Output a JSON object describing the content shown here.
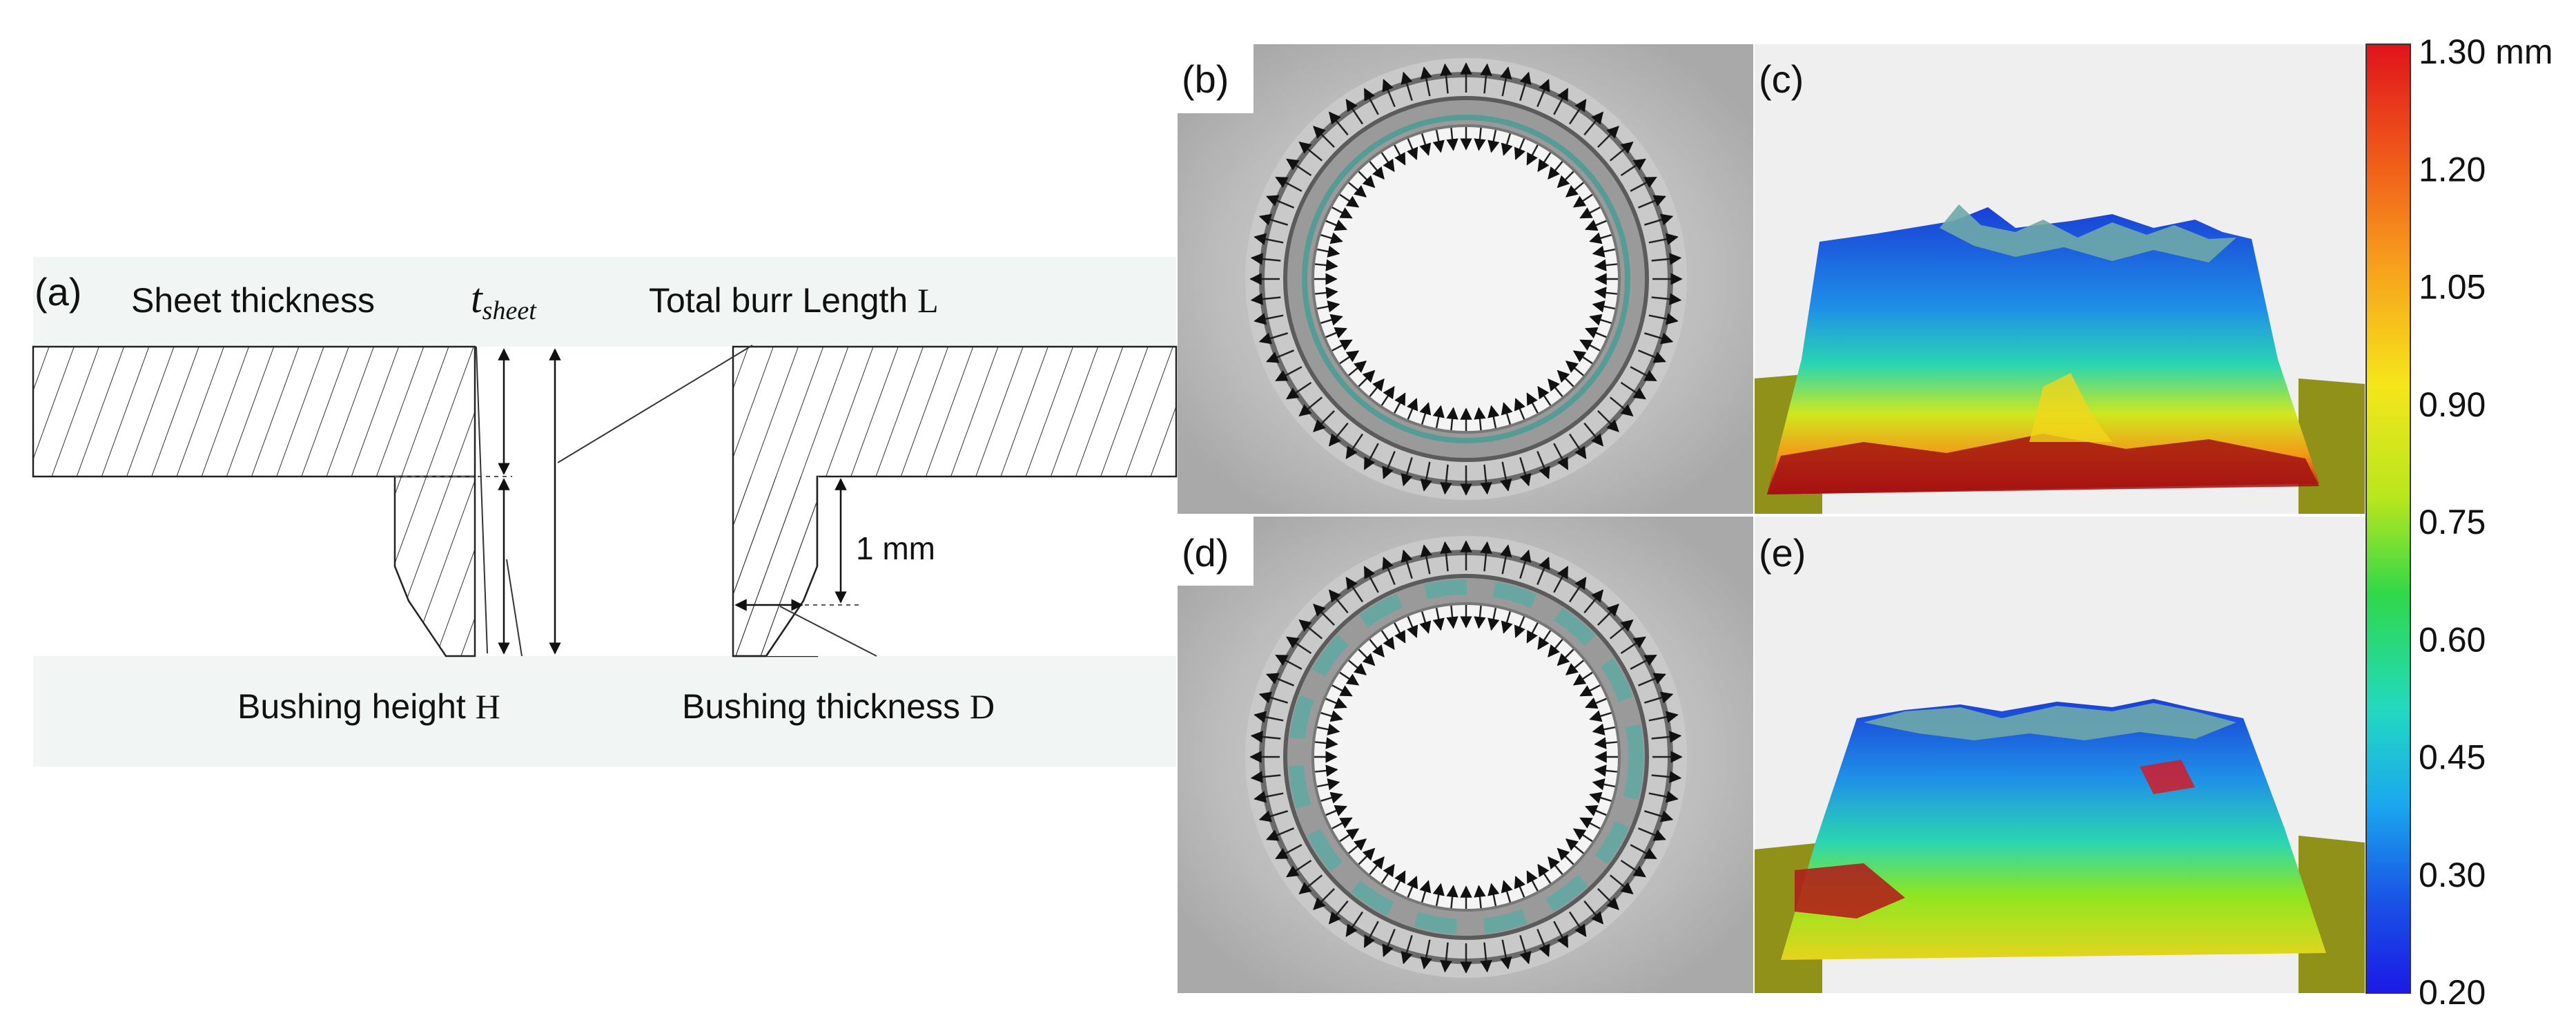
{
  "panel_a": {
    "tag": "(a)",
    "sheet_thickness_label": "Sheet thickness",
    "t_symbol": "t",
    "t_subscript": "sheet",
    "total_burr_label": "Total burr Length",
    "total_burr_symbol": "L",
    "bushing_height_label": "Bushing height",
    "bushing_height_symbol": "H",
    "bushing_thickness_label": "Bushing thickness",
    "bushing_thickness_symbol": "D",
    "dimension_1mm": "1 mm"
  },
  "panel_b": {
    "tag": "(b)"
  },
  "panel_c": {
    "tag": "(c)"
  },
  "panel_d": {
    "tag": "(d)"
  },
  "panel_e": {
    "tag": "(e)"
  },
  "colorbar": {
    "ticks": [
      "1.30 mm",
      "1.20",
      "1.05",
      "0.90",
      "0.75",
      "0.60",
      "0.45",
      "0.30",
      "0.20"
    ],
    "colors": [
      "#e0131c",
      "#ef5a1a",
      "#f7a31c",
      "#f5e61a",
      "#b7e61e",
      "#2fd84a",
      "#22d9c0",
      "#1ba8ee",
      "#1a55e6",
      "#1b1ae6"
    ]
  }
}
